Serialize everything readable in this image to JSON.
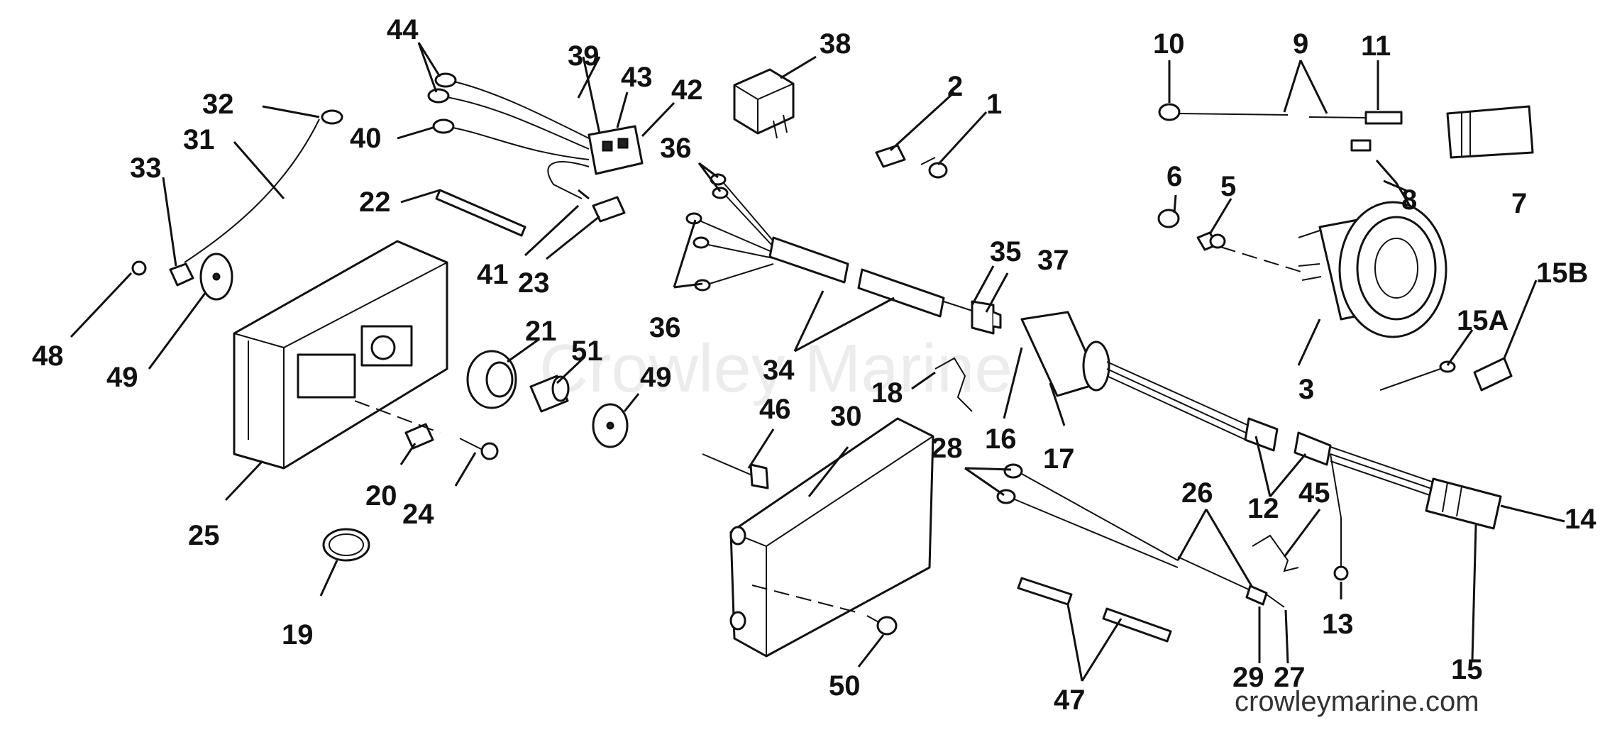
{
  "diagram": {
    "watermark": "Crowley Marine",
    "site_url": "crowleymarine.com",
    "callouts": [
      {
        "id": "c44",
        "text": "44"
      },
      {
        "id": "c39",
        "text": "39"
      },
      {
        "id": "c43",
        "text": "43"
      },
      {
        "id": "c42",
        "text": "42"
      },
      {
        "id": "c32",
        "text": "32"
      },
      {
        "id": "c31",
        "text": "31"
      },
      {
        "id": "c33",
        "text": "33"
      },
      {
        "id": "c40",
        "text": "40"
      },
      {
        "id": "c38",
        "text": "38"
      },
      {
        "id": "c2",
        "text": "2"
      },
      {
        "id": "c1",
        "text": "1"
      },
      {
        "id": "c10",
        "text": "10"
      },
      {
        "id": "c9",
        "text": "9"
      },
      {
        "id": "c11",
        "text": "11"
      },
      {
        "id": "c36a",
        "text": "36"
      },
      {
        "id": "c22",
        "text": "22"
      },
      {
        "id": "c6",
        "text": "6"
      },
      {
        "id": "c5",
        "text": "5"
      },
      {
        "id": "c8",
        "text": "8"
      },
      {
        "id": "c7",
        "text": "7"
      },
      {
        "id": "c41",
        "text": "41"
      },
      {
        "id": "c23",
        "text": "23"
      },
      {
        "id": "c35",
        "text": "35"
      },
      {
        "id": "c37",
        "text": "37"
      },
      {
        "id": "c15b",
        "text": "15B"
      },
      {
        "id": "c15a",
        "text": "15A"
      },
      {
        "id": "c48",
        "text": "48"
      },
      {
        "id": "c49a",
        "text": "49"
      },
      {
        "id": "c21",
        "text": "21"
      },
      {
        "id": "c51",
        "text": "51"
      },
      {
        "id": "c49b",
        "text": "49"
      },
      {
        "id": "c36b",
        "text": "36"
      },
      {
        "id": "c34",
        "text": "34"
      },
      {
        "id": "c18",
        "text": "18"
      },
      {
        "id": "c3",
        "text": "3"
      },
      {
        "id": "c16",
        "text": "16"
      },
      {
        "id": "c17",
        "text": "17"
      },
      {
        "id": "c46",
        "text": "46"
      },
      {
        "id": "c30",
        "text": "30"
      },
      {
        "id": "c28",
        "text": "28"
      },
      {
        "id": "c20",
        "text": "20"
      },
      {
        "id": "c24",
        "text": "24"
      },
      {
        "id": "c25",
        "text": "25"
      },
      {
        "id": "c12",
        "text": "12"
      },
      {
        "id": "c45",
        "text": "45"
      },
      {
        "id": "c14",
        "text": "14"
      },
      {
        "id": "c26",
        "text": "26"
      },
      {
        "id": "c19",
        "text": "19"
      },
      {
        "id": "c13",
        "text": "13"
      },
      {
        "id": "c15",
        "text": "15"
      },
      {
        "id": "c50",
        "text": "50"
      },
      {
        "id": "c29",
        "text": "29"
      },
      {
        "id": "c27",
        "text": "27"
      },
      {
        "id": "c47",
        "text": "47"
      }
    ]
  }
}
